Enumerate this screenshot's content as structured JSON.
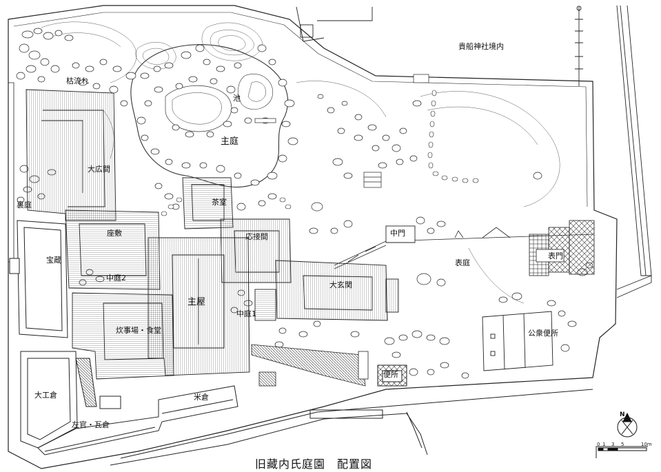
{
  "map": {
    "title": "旧藏内氏庭園　配置図",
    "labels": {
      "kifune": "貴船神社境内",
      "karenagare": "枯流れ",
      "ike": "池",
      "shutei": "主庭",
      "oohiroma": "大広間",
      "chashitsu": "茶室",
      "zashiki": "座敷",
      "oosetsuma": "応接間",
      "nakamon": "中門",
      "omoteniwa": "表庭",
      "omotemon": "表門",
      "urantei": "裏庭",
      "hozo": "宝蔵",
      "nakaniwa2": "中庭2",
      "omoya": "主屋",
      "ooGenkan": "大玄関",
      "nakaniwa1": "中庭1",
      "suijiba": "炊事場・食堂",
      "koshubenjo": "公衆便所",
      "benjo": "便所",
      "daikugura": "大工倉",
      "komegura": "米倉",
      "sakanKawaragura": "左官・瓦倉"
    },
    "scale": {
      "ticks": [
        "0",
        "1",
        "3",
        "5",
        "10m"
      ]
    },
    "compass": {
      "label": "N"
    }
  }
}
